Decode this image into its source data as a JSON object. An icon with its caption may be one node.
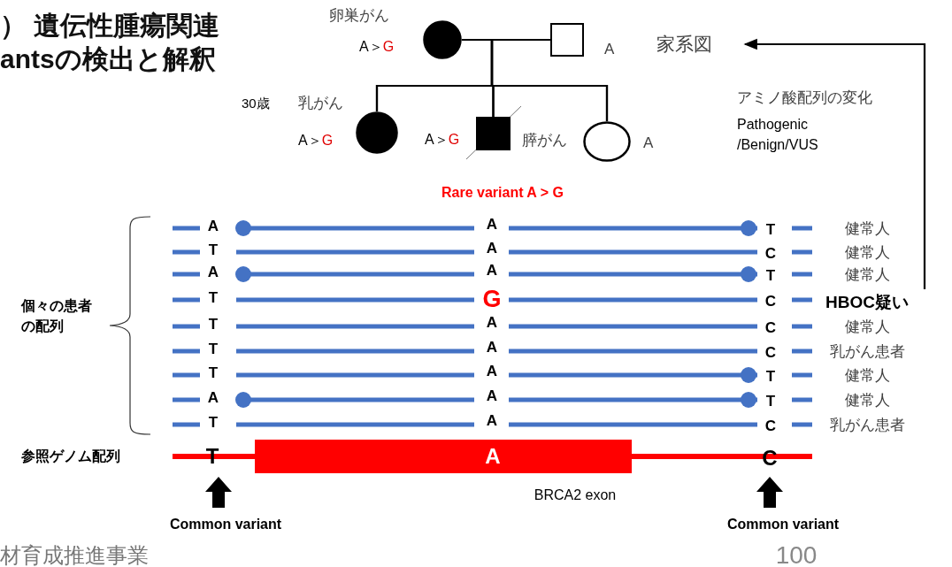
{
  "diagram": {
    "title": "） 遺伝性腫瘍関連antsの検出と解釈",
    "nodes": [
      {
        "text": [],
        "shape": "circle",
        "beside": [
          "卵巣がん",
          "A＞G"
        ]
      },
      {
        "text": [],
        "shape": "box",
        "beside": [
          "A"
        ]
      },
      {
        "text": [],
        "shape": "circle",
        "beside": [
          "30歳",
          "乳がん",
          "A＞G"
        ]
      },
      {
        "text": [],
        "shape": "box",
        "beside": [
          "A＞G",
          "膵がん"
        ]
      },
      {
        "text": [],
        "shape": "circle",
        "beside": [
          "A"
        ]
      },
      {
        "text": [
          "家系図"
        ]
      },
      {
        "text": [
          "HBOC疑い"
        ]
      }
    ],
    "edges": [
      {
        "from": 0,
        "to": 1,
        "arrow": "none"
      },
      {
        "from": 0,
        "to": 2,
        "arrow": "none"
      },
      {
        "from": 0,
        "to": 3,
        "arrow": "none"
      },
      {
        "from": 0,
        "to": 4,
        "arrow": "none"
      },
      {
        "from": 1,
        "to": 2,
        "arrow": "none"
      },
      {
        "from": 1,
        "to": 3,
        "arrow": "none"
      },
      {
        "from": 1,
        "to": 4,
        "arrow": "none"
      },
      {
        "from": 6,
        "to": 5,
        "arrow": "to"
      }
    ],
    "labels": [
      "アミノ酸配列の変化",
      "Pathogenic /Benign/VUS",
      "Rare variant A > G",
      "個々の患者の配列",
      "A",
      "A",
      "T",
      "健常人",
      "T",
      "A",
      "C",
      "健常人",
      "A",
      "A",
      "T",
      "健常人",
      "T",
      "G",
      "C",
      "T",
      "A",
      "C",
      "健常人",
      "T",
      "A",
      "C",
      "乳がん患者",
      "T",
      "A",
      "T",
      "健常人",
      "A",
      "A",
      "T",
      "健常人",
      "T",
      "A",
      "C",
      "乳がん患者",
      "参照ゲノム配列",
      "T",
      "A",
      "C",
      "BRCA2 exon",
      "Common variant",
      "Common variant",
      "材育成推進事業",
      "100"
    ]
  }
}
